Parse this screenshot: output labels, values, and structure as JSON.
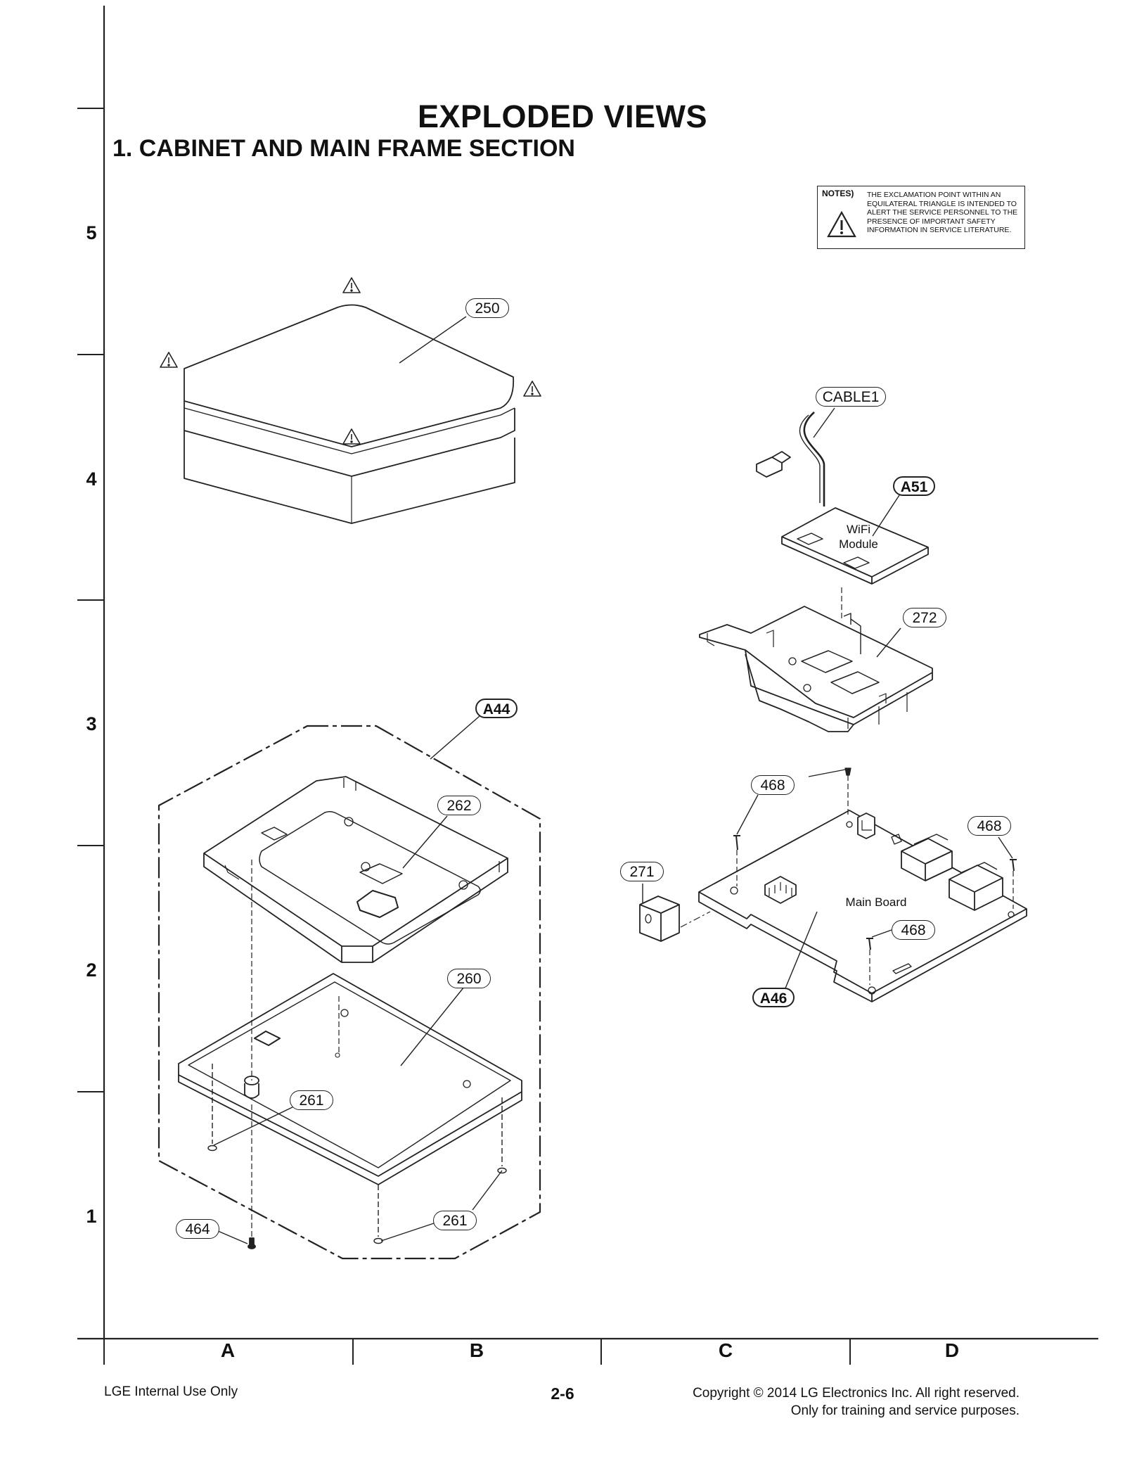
{
  "page": {
    "title": "EXPLODED VIEWS",
    "section_title": "1. CABINET AND MAIN FRAME SECTION"
  },
  "notes": {
    "label": "NOTES)",
    "text": "THE EXCLAMATION POINT WITHIN AN EQUILATERAL TRIANGLE IS INTENDED TO ALERT THE SERVICE PERSONNEL TO THE PRESENCE OF IMPORTANT SAFETY INFORMATION IN SERVICE LITERATURE."
  },
  "grid": {
    "rows": [
      "5",
      "4",
      "3",
      "2",
      "1"
    ],
    "columns": [
      "A",
      "B",
      "C",
      "D"
    ]
  },
  "callouts": {
    "c250": "250",
    "cable1": "CABLE1",
    "a51": "A51",
    "c272": "272",
    "a44": "A44",
    "c262": "262",
    "c260": "260",
    "c261a": "261",
    "c261b": "261",
    "c464": "464",
    "c468a": "468",
    "c468b": "468",
    "c468c": "468",
    "c271": "271",
    "a46": "A46"
  },
  "labels": {
    "wifi_line1": "WiFi",
    "wifi_line2": "Module",
    "main_board": "Main Board"
  },
  "footer": {
    "left": "LGE Internal Use Only",
    "page_number": "2-6",
    "copyright_line1": "Copyright © 2014 LG Electronics Inc. All right reserved.",
    "copyright_line2": "Only for training and service purposes."
  }
}
